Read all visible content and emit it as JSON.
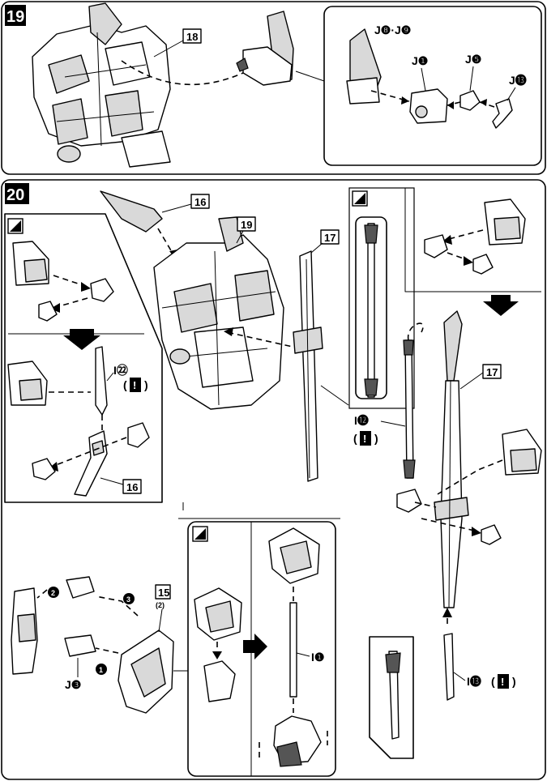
{
  "steps": {
    "s19": "19",
    "s20": "20"
  },
  "parts": {
    "p18": "18",
    "p16a": "16",
    "p19": "19",
    "p17a": "17",
    "p17b": "17",
    "p16b": "16",
    "p15": "15",
    "p15_qty": "(2)"
  },
  "labels": {
    "j8j9": "J❽·J❾",
    "j1": "J❶",
    "j5": "J❺",
    "j13": "J⓭",
    "i22": "I㉒",
    "i12": "I⓬",
    "j3": "J❸",
    "i1": "I❶",
    "i13": "I⓭"
  },
  "order_marks": {
    "one": "1",
    "two": "2",
    "three": "3"
  },
  "glyphs": {
    "caution": "!",
    "paren_open": "(",
    "paren_close": ")"
  }
}
